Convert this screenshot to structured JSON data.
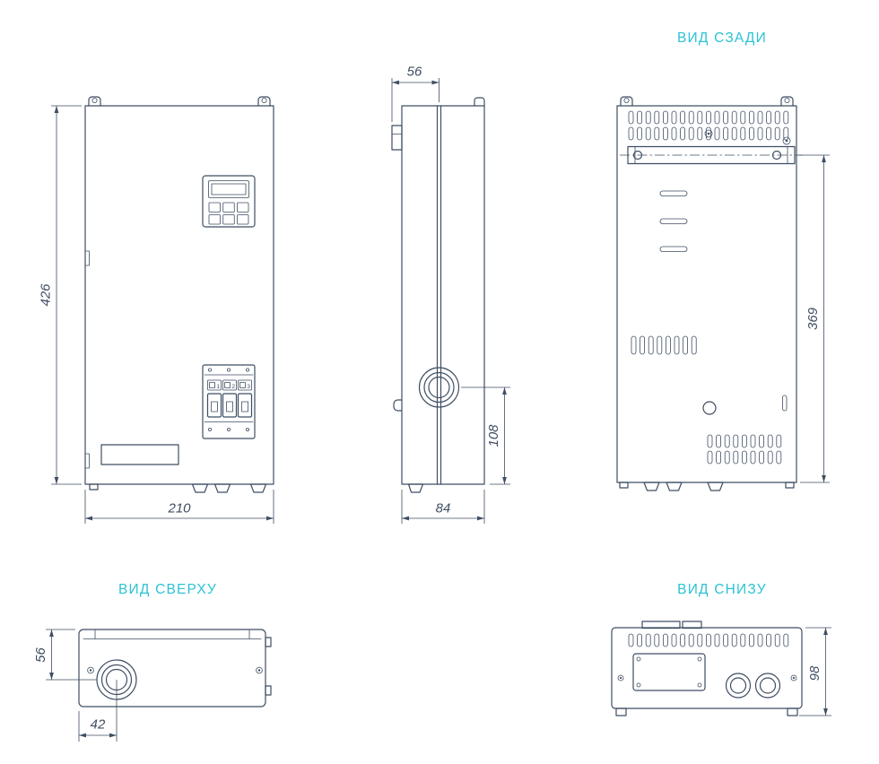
{
  "colors": {
    "line": "#3f4e63",
    "accent": "#2cc3d5",
    "background": "#ffffff"
  },
  "titles": {
    "rear_view": "ВИД СЗАДИ",
    "top_view": "ВИД СВЕРХУ",
    "bottom_view": "ВИД СНИЗУ"
  },
  "dimensions": {
    "front_height": "426",
    "front_width": "210",
    "side_top_depth": "56",
    "side_depth": "84",
    "side_pipe_height": "108",
    "rear_mount_height": "369",
    "top_depth": "56",
    "top_pipe_offset": "42",
    "bottom_depth": "98"
  },
  "front_panel": {
    "breaker_labels": [
      "1",
      "2",
      "3"
    ]
  }
}
